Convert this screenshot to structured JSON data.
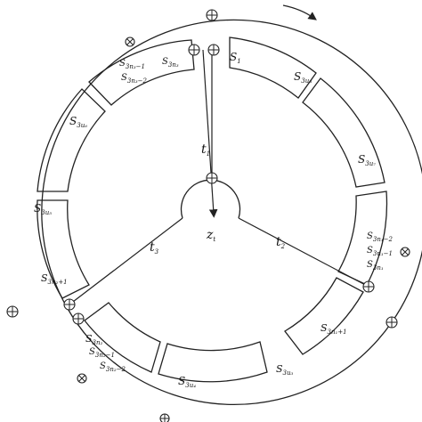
{
  "labels": {
    "s1": {
      "main": "S",
      "sub": "1"
    },
    "s3u7": {
      "main": "S",
      "sub": "3u₇"
    },
    "s3u8": {
      "main": "S",
      "sub": "3u₈"
    },
    "s3u6": {
      "main": "S",
      "sub": "3u₆"
    },
    "s3u5": {
      "main": "S",
      "sub": "3u₅"
    },
    "s3u4": {
      "main": "S",
      "sub": "3u₄"
    },
    "s3u3": {
      "main": "S",
      "sub": "3u₃"
    },
    "s3n3m1": {
      "main": "S",
      "sub": "3n₃−1"
    },
    "s3n3": {
      "main": "S",
      "sub": "3n₃"
    },
    "s3n3m2": {
      "main": "S",
      "sub": "3n₃−2"
    },
    "s3n2p1": {
      "main": "S",
      "sub": "3n₂+1"
    },
    "s3n2": {
      "main": "S",
      "sub": "3n₂"
    },
    "s3n2m1": {
      "main": "S",
      "sub": "3n₂−1"
    },
    "s3n2m2": {
      "main": "S",
      "sub": "3n₂−2"
    },
    "s3n1p1": {
      "main": "S",
      "sub": "3n₁+1"
    },
    "s3n1m2": {
      "main": "S",
      "sub": "3n₁−2"
    },
    "s3n1m1": {
      "main": "S",
      "sub": "3n₁−1"
    },
    "s3n1": {
      "main": "S",
      "sub": "3n₁"
    },
    "t1": {
      "main": "t",
      "sub": "1"
    },
    "t2": {
      "main": "t",
      "sub": "2"
    },
    "t3": {
      "main": "t",
      "sub": "3"
    },
    "zt": {
      "main": "z",
      "sub": "t"
    }
  }
}
